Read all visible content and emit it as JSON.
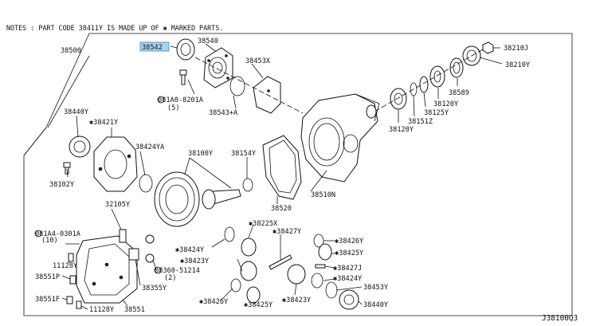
{
  "note": "NOTES : PART CODE 38411Y IS MADE UP OF ✱ MARKED PARTS.",
  "diagram_code": "J38100Q3",
  "highlight_color": "#a9d4ef",
  "labels": {
    "p38542": "38542",
    "p38540": "38540",
    "p38500": "38500",
    "p38453X": "38453X",
    "p38210J": "38210J",
    "p38210Y_top": "38210Y",
    "p08lA0": "081A0-8201A",
    "p08lA0_qty": "(5)",
    "p38543A": "38543+A",
    "p38589": "38589",
    "p38120Y_a": "38120Y",
    "p38125Y": "38125Y",
    "p38151Z": "38151Z",
    "p38120Y_b": "38120Y",
    "p38440Y_top": "38440Y",
    "p38421Y": "✱38421Y",
    "p38424YA": "38424YA",
    "p38100Y": "38100Y",
    "p38154Y": "38154Y",
    "p38510N": "38510N",
    "p38102Y": "38102Y",
    "p38520": "38520",
    "p32105Y": "32105Y",
    "p081A4": "081A4-0301A",
    "p081A4_qty": "(10)",
    "p38225X": "✱38225X",
    "p38427Y": "✱38427Y",
    "p38426Y_r": "✱38426Y",
    "p38425Y_r": "✱38425Y",
    "p38424Y_l": "✱38424Y",
    "p38423Y_l": "✱38423Y",
    "p08360": "08360-51214",
    "p08360_qty": "(2)",
    "p38427J": "✱38427J",
    "p38424Y_r": "✱38424Y",
    "p11128Y_a": "11128Y",
    "p38551P": "38551P",
    "p38551F": "38551F",
    "p11128Y_b": "11128Y",
    "p38551": "38551",
    "p38355Y": "38355Y",
    "p38426Y_b": "✱38426Y",
    "p38425Y_b": "✱38425Y",
    "p38423Y_b": "✱38423Y",
    "p38453Y": "38453Y",
    "p38440Y_b": "38440Y"
  }
}
